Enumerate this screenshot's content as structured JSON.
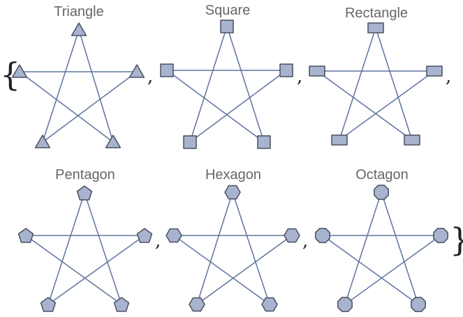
{
  "open_brace": "{",
  "close_brace": "}",
  "separator": ",",
  "graphs": [
    {
      "title": "Triangle",
      "vertex_shape": "triangle"
    },
    {
      "title": "Square",
      "vertex_shape": "square"
    },
    {
      "title": "Rectangle",
      "vertex_shape": "rectangle"
    },
    {
      "title": "Pentagon",
      "vertex_shape": "pentagon"
    },
    {
      "title": "Hexagon",
      "vertex_shape": "hexagon"
    },
    {
      "title": "Octagon",
      "vertex_shape": "octagon"
    }
  ],
  "edges": [
    [
      0,
      2
    ],
    [
      2,
      4
    ],
    [
      4,
      1
    ],
    [
      1,
      3
    ],
    [
      3,
      0
    ]
  ],
  "colors": {
    "edge": "#5e73a0",
    "vertex_fill": "#a8b3d0",
    "vertex_stroke": "#4a4f5e",
    "title": "#666666"
  }
}
